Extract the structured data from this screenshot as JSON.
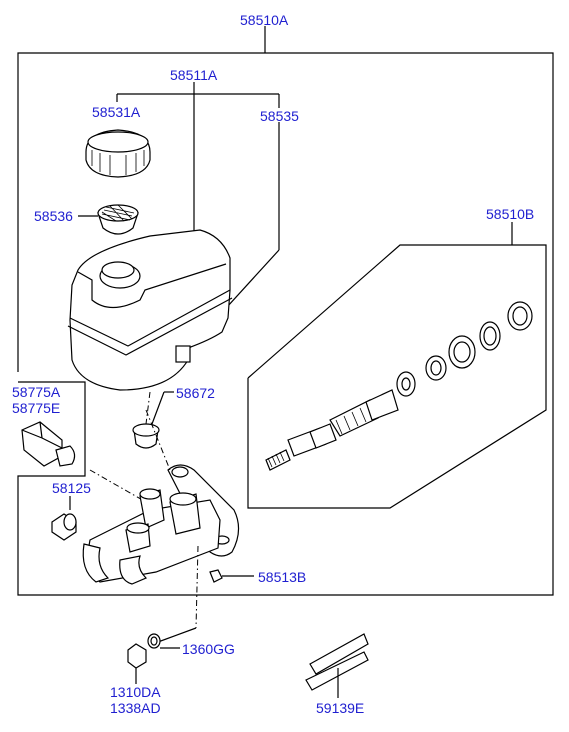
{
  "labels": {
    "assembly": "58510A",
    "reservoir": "58511A",
    "cap": "58531A",
    "sensor": "58535",
    "strainer": "58536",
    "kit": "58510B",
    "valve_a": "58775A",
    "valve_e": "58775E",
    "grommet": "58672",
    "plug": "58125",
    "bolt": "58513B",
    "washer": "1360GG",
    "nut_a": "1310DA",
    "nut_b": "1338AD",
    "pipe": "59139E"
  },
  "colors": {
    "label": "#1f1fd0",
    "line": "#000000"
  }
}
